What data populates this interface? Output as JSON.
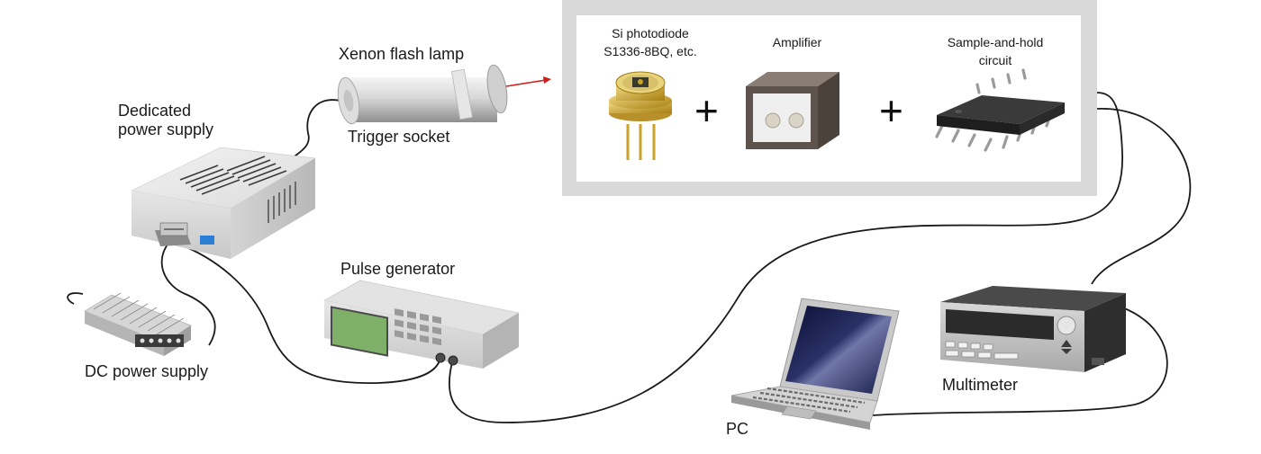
{
  "labels": {
    "xenon_lamp": "Xenon flash lamp",
    "trigger_socket": "Trigger socket",
    "dedicated_power_line1": "Dedicated",
    "dedicated_power_line2": "power supply",
    "dc_power": "DC power supply",
    "pulse_generator": "Pulse generator",
    "pc": "PC",
    "multimeter": "Multimeter",
    "photodiode_line1": "Si photodiode",
    "photodiode_line2": "S1336-8BQ, etc.",
    "amplifier": "Amplifier",
    "sample_hold_line1": "Sample-and-hold",
    "sample_hold_line2": "circuit"
  },
  "symbols": {
    "plus": "+"
  },
  "colors": {
    "panel_bg": "#d9d9d9",
    "panel_inner": "#ffffff",
    "cable": "#1a1a1a",
    "light_arrow": "#d11a1a",
    "lcd_green": "#7fb069",
    "power_led_blue": "#2a7fd4",
    "photodiode_gold": "#c9a227"
  }
}
